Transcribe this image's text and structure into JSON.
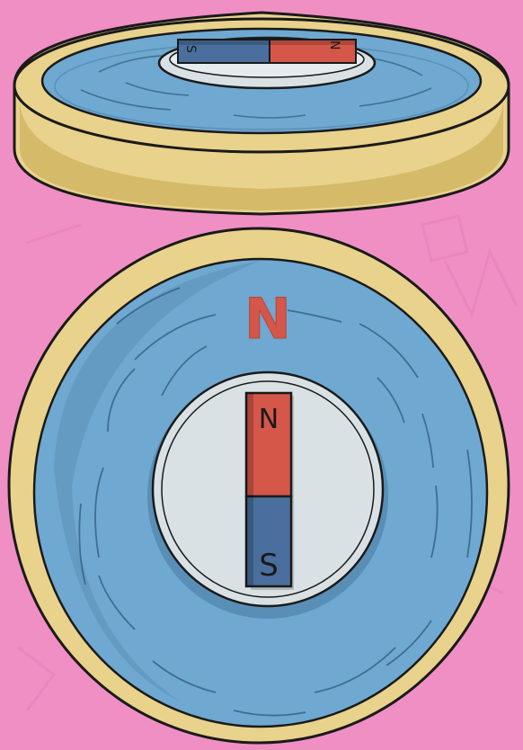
{
  "scene": {
    "background_color": "#f08fc4",
    "dish_rim_color": "#e8d28c",
    "dish_rim_shade": "#cfb15f",
    "water_color": "#6fa8d0",
    "water_shade": "#5b8fb8",
    "float_color": "#d9e1e4",
    "north_color": "#d4574a",
    "south_color": "#4a6f9e"
  },
  "top_view": {
    "direction_label": "N",
    "magnet": {
      "north_label": "N",
      "south_label": "S"
    }
  },
  "side_view": {
    "magnet": {
      "north_label": "N",
      "south_label": "S"
    }
  },
  "icons": [
    "bar-magnet-icon",
    "compass-dish-icon"
  ]
}
